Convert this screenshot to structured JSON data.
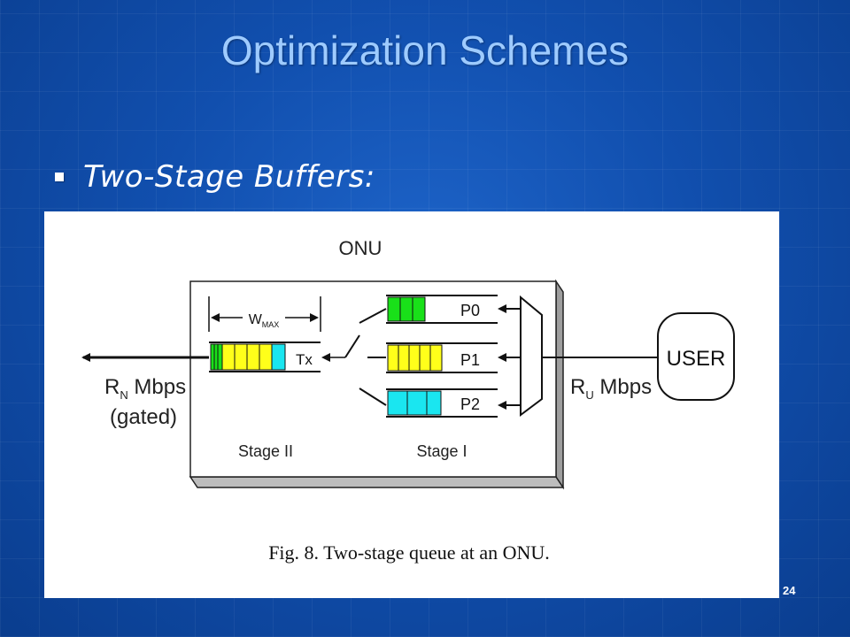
{
  "slide": {
    "title": "Optimization Schemes",
    "bullet": "Two-Stage Buffers:",
    "page_number": "24"
  },
  "diagram": {
    "onu_label": "ONU",
    "wmax": {
      "main": "W",
      "sub": "MAX"
    },
    "tx_label": "Tx",
    "queues": [
      {
        "label": "P0",
        "color": "#19e019"
      },
      {
        "label": "P1",
        "color": "#ffff1a"
      },
      {
        "label": "P2",
        "color": "#1ae6f0"
      }
    ],
    "rn": {
      "main": "R",
      "sub": "N",
      "rest": " Mbps",
      "line2": "(gated)"
    },
    "ru": {
      "main": "R",
      "sub": "U",
      "rest": " Mbps"
    },
    "user_label": "USER",
    "stage2_label": "Stage II",
    "stage1_label": "Stage I",
    "caption": "Fig. 8. Two-stage queue at an ONU."
  }
}
